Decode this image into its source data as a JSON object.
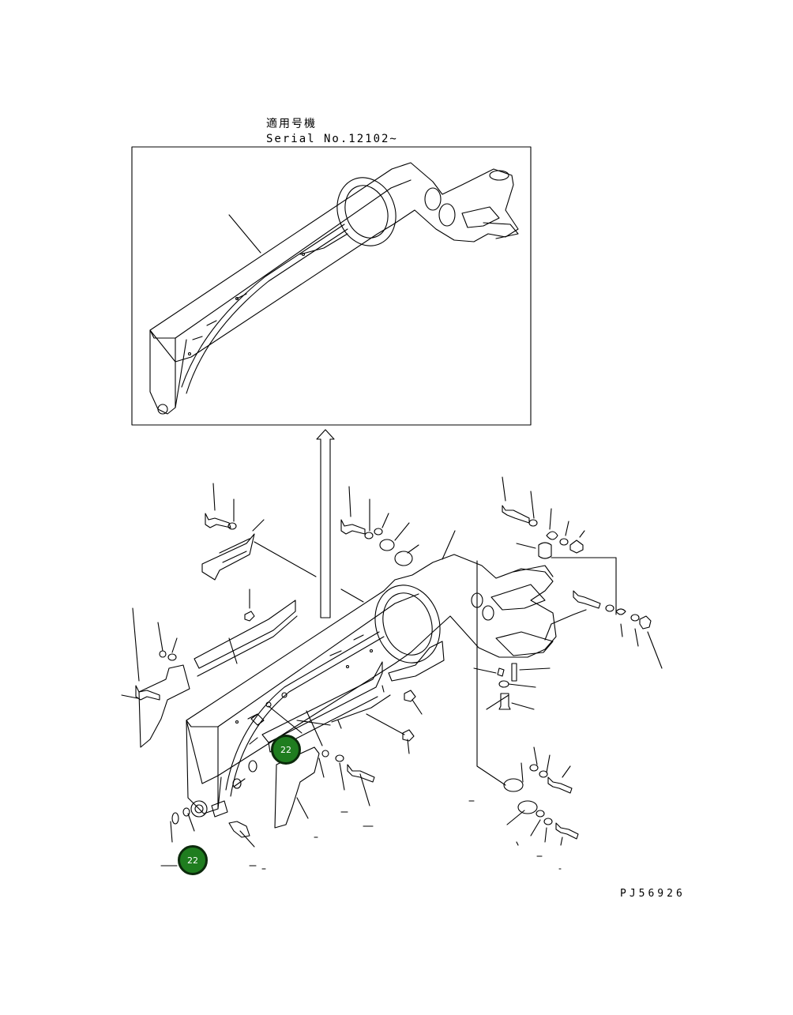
{
  "caption": {
    "line1": "適用号機",
    "line2": "Serial No.12102~"
  },
  "drawing_code": "PJ56926",
  "callouts": [
    {
      "label": "22"
    },
    {
      "label": "22"
    }
  ],
  "colors": {
    "line": "#000000",
    "callout_fill": "#1f7d1f",
    "callout_border": "#0c2a0c",
    "callout_text": "#ffffff"
  }
}
